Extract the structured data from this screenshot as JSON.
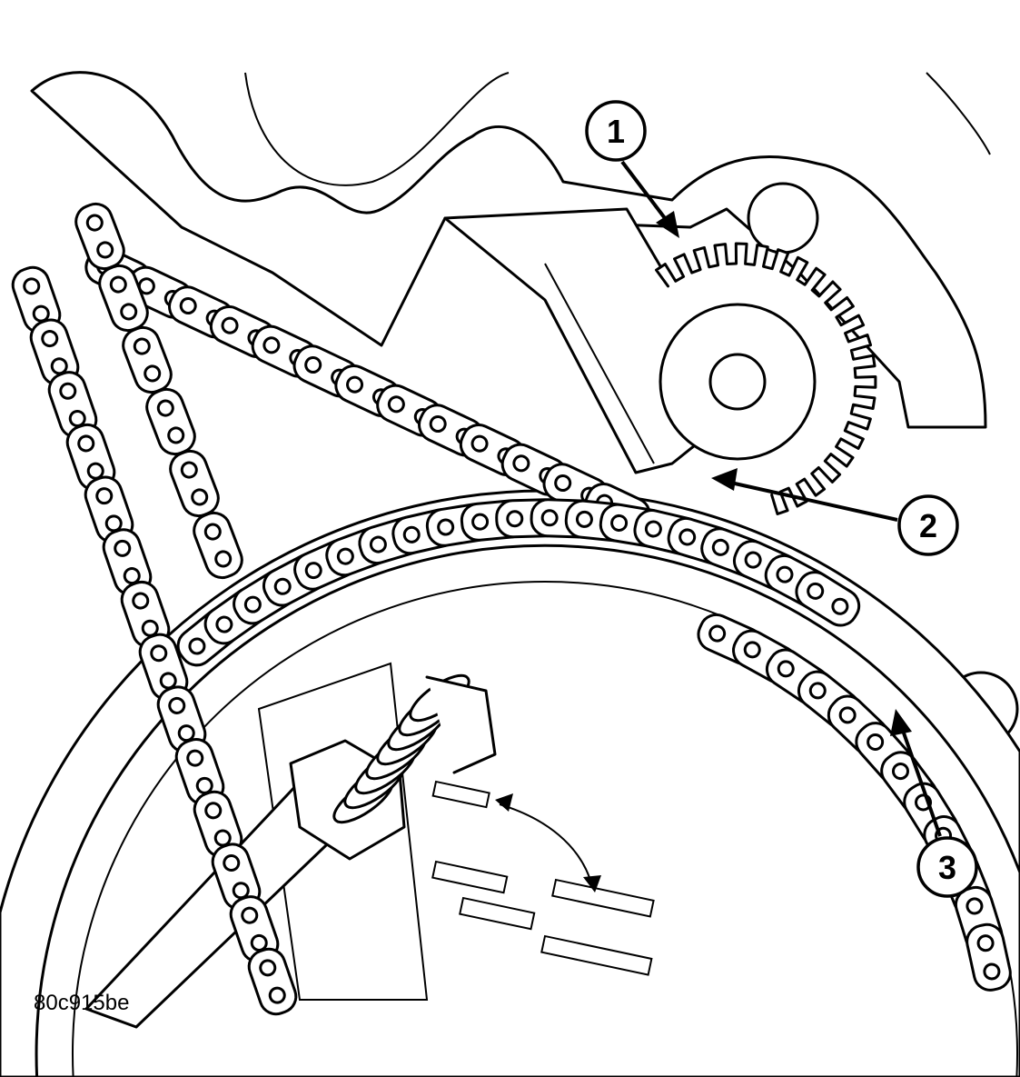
{
  "figure_id": "80c915be",
  "callouts": [
    {
      "label": "1"
    },
    {
      "label": "2"
    },
    {
      "label": "3"
    }
  ],
  "colors": {
    "line": "#000000",
    "background": "#ffffff"
  }
}
